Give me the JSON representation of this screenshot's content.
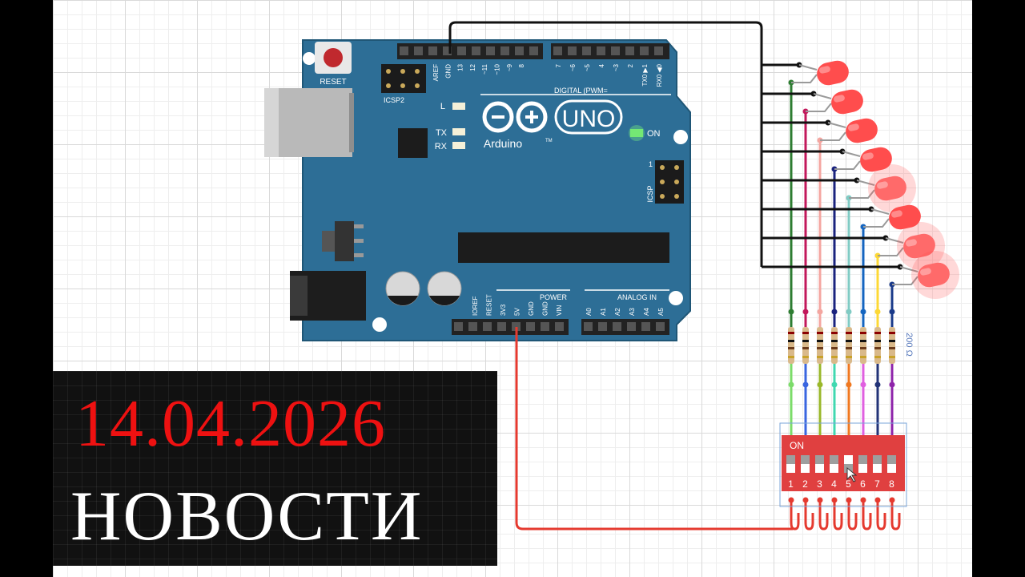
{
  "overlay": {
    "date": "14.04.2026",
    "title": "НОВОСТИ"
  },
  "board": {
    "reset_label": "RESET",
    "icsp2_label": "ICSP2",
    "icsp_label": "ICSP",
    "icsp_pin1": "1",
    "led_l_label": "L",
    "led_tx_label": "TX",
    "led_rx_label": "RX",
    "on_label": "ON",
    "brand": "Arduino",
    "model": "UNO",
    "trademark": "TM",
    "digital_label": "DIGITAL (PWM= ",
    "digital_pins": [
      "AREF",
      "GND",
      "13",
      "12",
      "~11",
      "~10",
      "~9",
      "8",
      "7",
      "~6",
      "~5",
      "4",
      "~3",
      "2",
      "TX0 ▶1",
      "RX0 ◀0"
    ],
    "power_label": "POWER",
    "power_pins": [
      "IOREF",
      "RESET",
      "3V3",
      "5V",
      "GND",
      "GND",
      "VIN"
    ],
    "analog_label": "ANALOG IN",
    "analog_pins": [
      "A0",
      "A1",
      "A2",
      "A3",
      "A4",
      "A5"
    ]
  },
  "resistors": {
    "value_label": "200 Ω",
    "count": 8
  },
  "dip_switch": {
    "on_label": "ON",
    "switch_numbers": [
      "1",
      "2",
      "3",
      "4",
      "5",
      "6",
      "7",
      "8"
    ],
    "on_states": [
      false,
      false,
      false,
      false,
      true,
      false,
      false,
      false
    ]
  },
  "leds": {
    "count": 8,
    "lit_indices": [
      4,
      6,
      7
    ]
  },
  "colors": {
    "board": "#2d6e96",
    "led": "#ff4d4d",
    "dip_body": "#e04040",
    "date_text": "#ee1111",
    "wire_5v": "#e53a2f",
    "wire_gnd": "#111111",
    "led_wires": [
      "#2e7d32",
      "#c2185b",
      "#f4a6a0",
      "#1a237e",
      "#80cbc4",
      "#1565c0",
      "#fdd835",
      "#1a3a8a"
    ],
    "switch_wires": [
      "#7cdc6a",
      "#3a66e0",
      "#9ab82a",
      "#40d8b0",
      "#f07820",
      "#e060e0",
      "#223377",
      "#8e24aa"
    ]
  }
}
